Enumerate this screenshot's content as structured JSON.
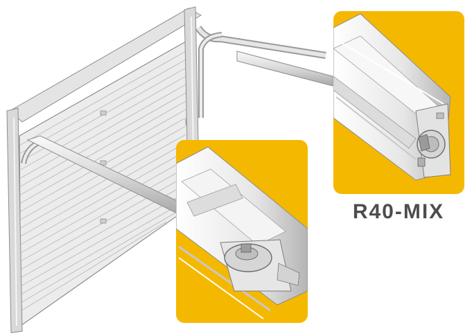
{
  "product_label": "R40-MIX",
  "colors": {
    "callout_background": "#f5b800",
    "door_panel": "#ececec",
    "door_outline": "#8c8c8c",
    "label_text": "#4d4d4d"
  },
  "icons": [
    "garage-door-illustration",
    "track-profile-detail",
    "roller-bracket-detail"
  ]
}
